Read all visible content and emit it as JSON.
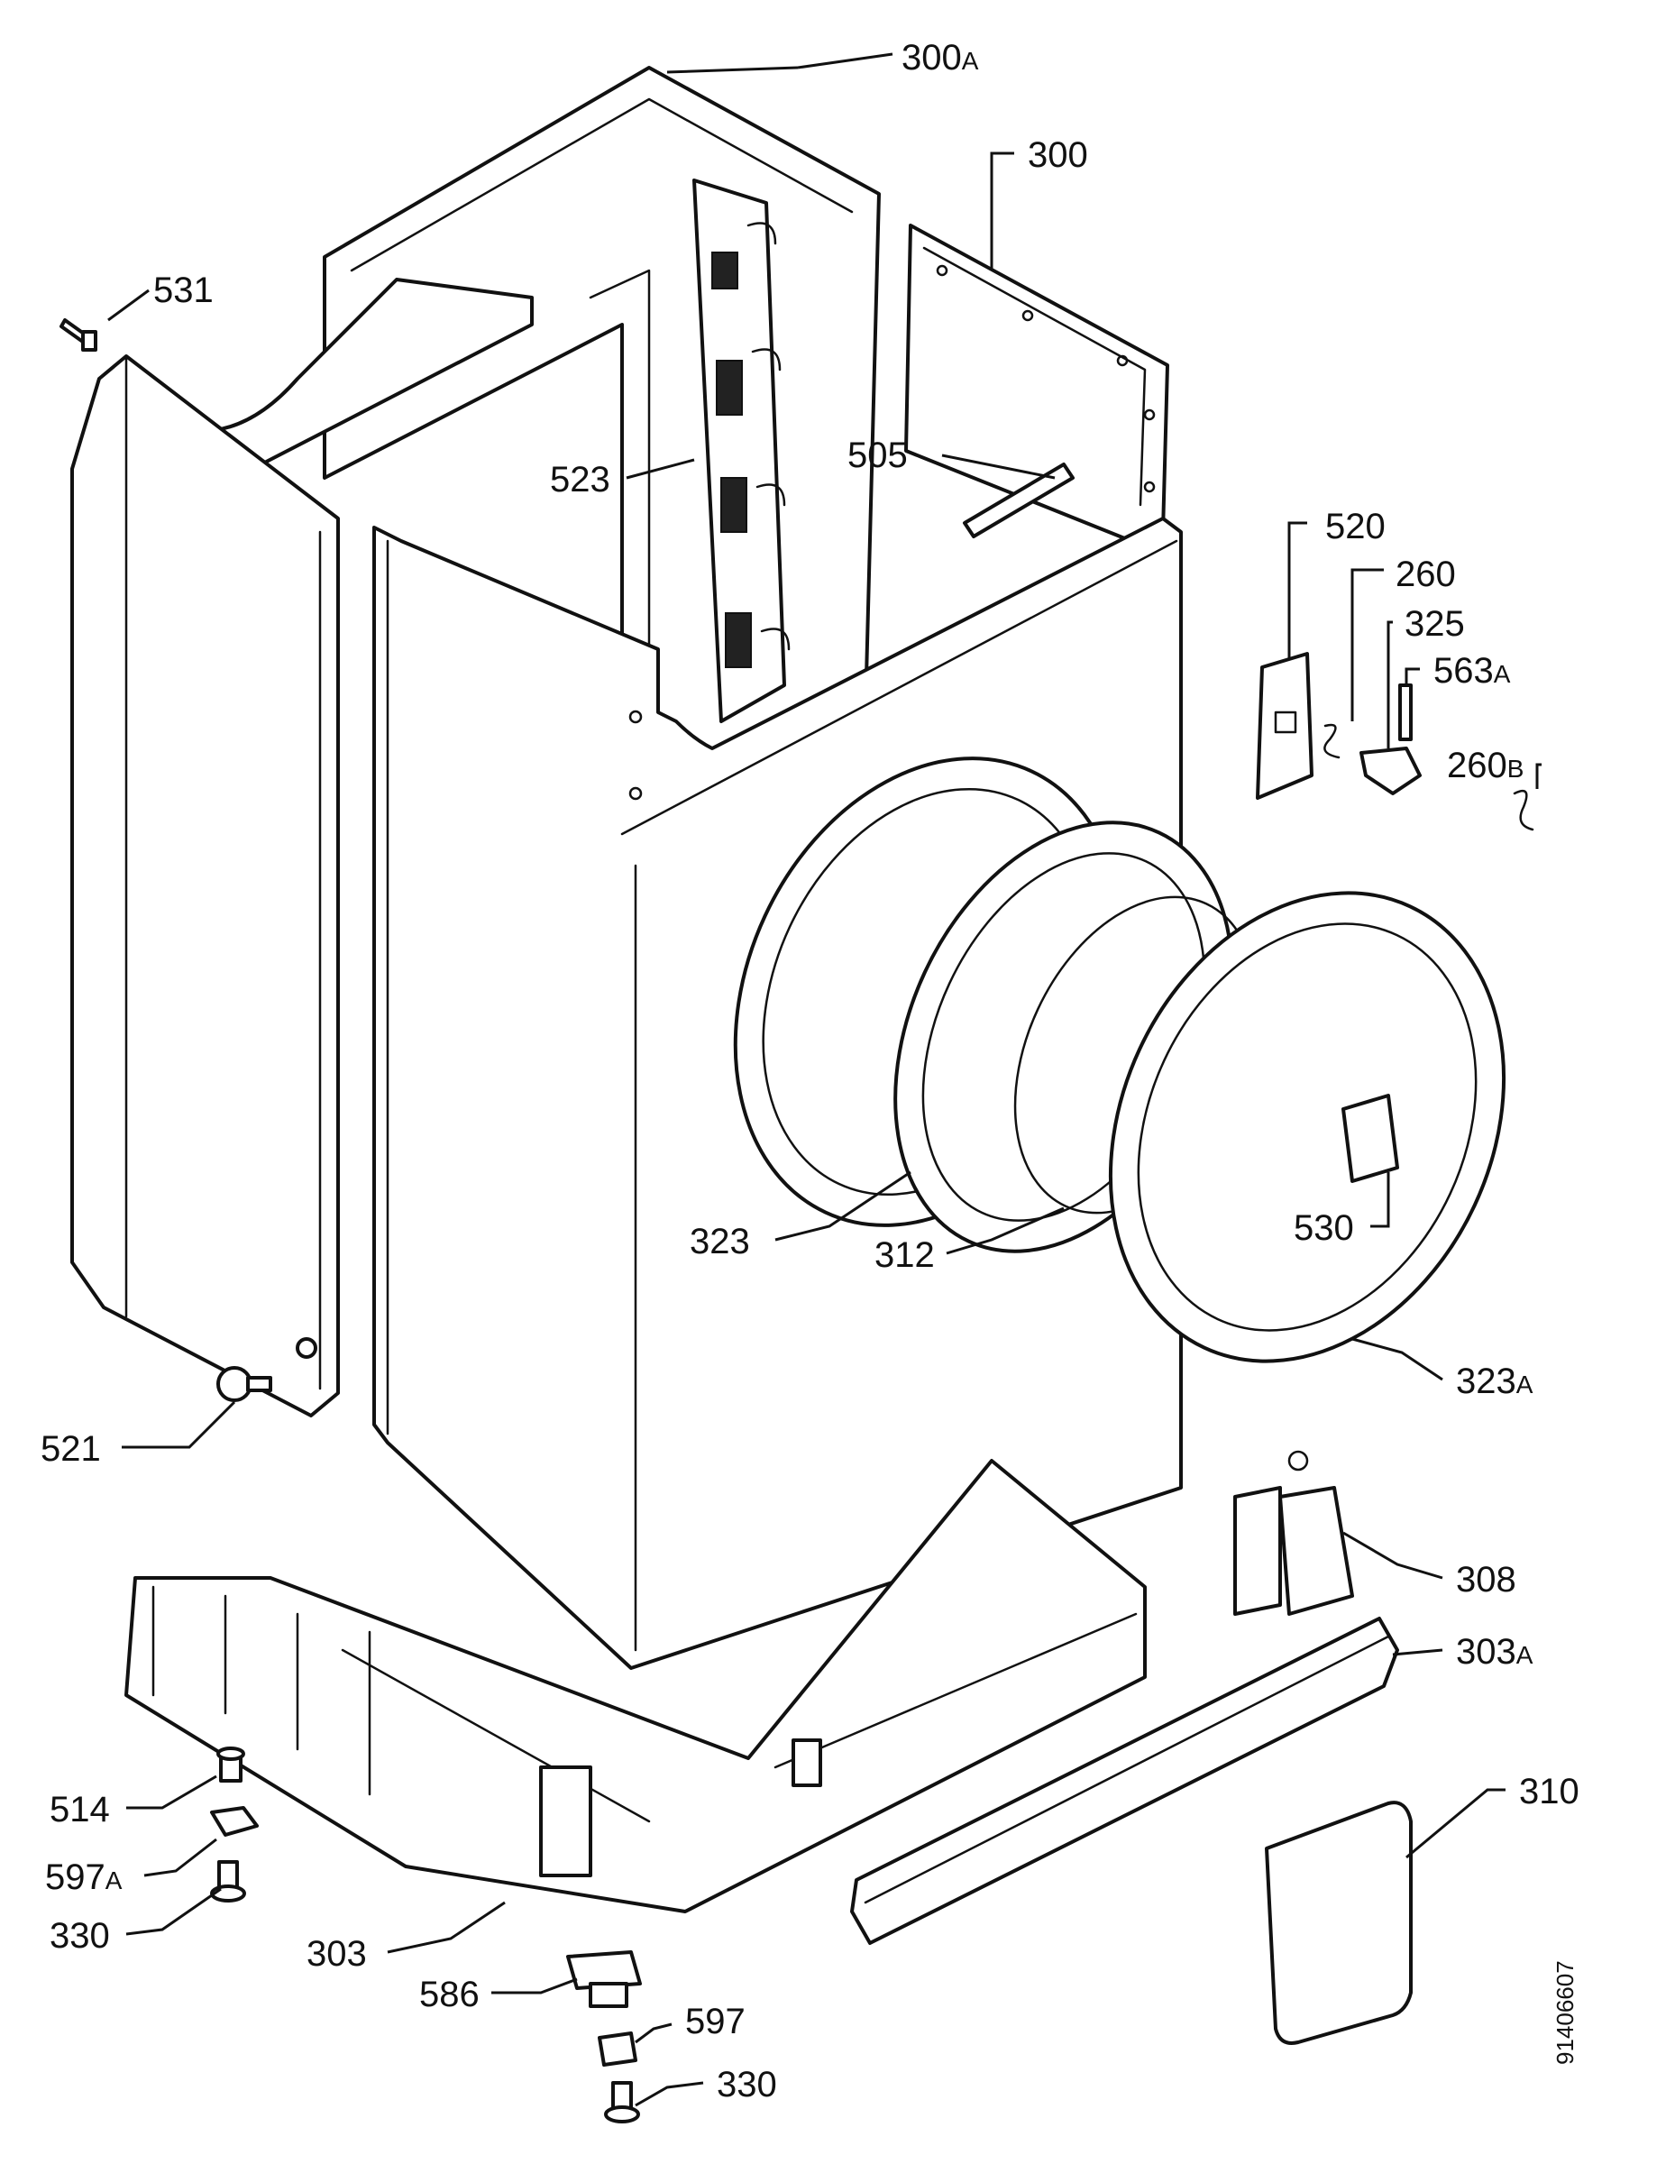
{
  "drawing": {
    "document_number": "91406607",
    "callouts": [
      {
        "id": "300A",
        "number": "300",
        "suffix": "A"
      },
      {
        "id": "300",
        "number": "300",
        "suffix": ""
      },
      {
        "id": "531",
        "number": "531",
        "suffix": ""
      },
      {
        "id": "523",
        "number": "523",
        "suffix": ""
      },
      {
        "id": "505",
        "number": "505",
        "suffix": ""
      },
      {
        "id": "520",
        "number": "520",
        "suffix": ""
      },
      {
        "id": "260",
        "number": "260",
        "suffix": ""
      },
      {
        "id": "325",
        "number": "325",
        "suffix": ""
      },
      {
        "id": "563A",
        "number": "563",
        "suffix": "A"
      },
      {
        "id": "260B",
        "number": "260",
        "suffix": "B"
      },
      {
        "id": "323",
        "number": "323",
        "suffix": ""
      },
      {
        "id": "312",
        "number": "312",
        "suffix": ""
      },
      {
        "id": "530",
        "number": "530",
        "suffix": ""
      },
      {
        "id": "323A",
        "number": "323",
        "suffix": "A"
      },
      {
        "id": "521",
        "number": "521",
        "suffix": ""
      },
      {
        "id": "308",
        "number": "308",
        "suffix": ""
      },
      {
        "id": "303A",
        "number": "303",
        "suffix": "A"
      },
      {
        "id": "310",
        "number": "310",
        "suffix": ""
      },
      {
        "id": "514",
        "number": "514",
        "suffix": ""
      },
      {
        "id": "597A",
        "number": "597",
        "suffix": "A"
      },
      {
        "id": "330a",
        "number": "330",
        "suffix": ""
      },
      {
        "id": "303",
        "number": "303",
        "suffix": ""
      },
      {
        "id": "586",
        "number": "586",
        "suffix": ""
      },
      {
        "id": "597",
        "number": "597",
        "suffix": ""
      },
      {
        "id": "330b",
        "number": "330",
        "suffix": ""
      }
    ]
  }
}
